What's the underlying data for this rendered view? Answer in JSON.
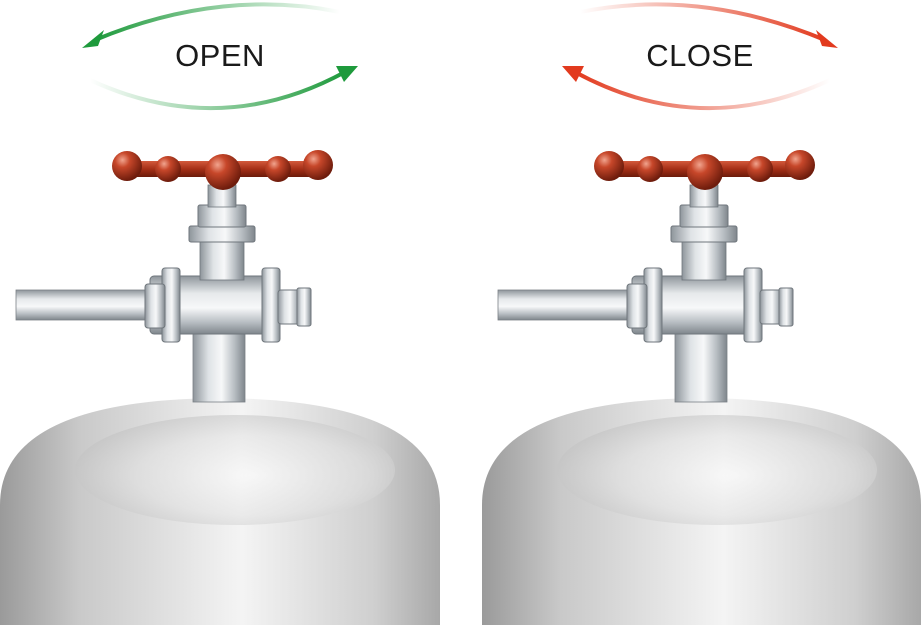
{
  "panels": [
    {
      "label": "OPEN",
      "direction": "counterclockwise",
      "arrow_color_strong": "#1e9a3c",
      "arrow_color_faint": "#d9efdd"
    },
    {
      "label": "CLOSE",
      "direction": "clockwise",
      "arrow_color_strong": "#e23a1e",
      "arrow_color_faint": "#fbe0d4"
    }
  ],
  "colors": {
    "handwheel": "#b5351c",
    "metal": "#c8cdd1",
    "cylinder": "#d9d9d9"
  }
}
